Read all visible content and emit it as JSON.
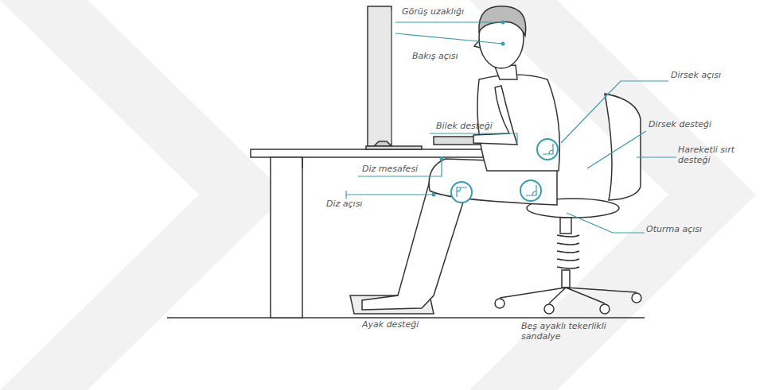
{
  "diagram": {
    "labels": [
      "Görüş uzaklığı",
      "Bakış açısı",
      "Bilek desteği",
      "Dirsek açısı",
      "Dirsek desteği",
      "Hareketli sırt desteği",
      "Diz mesafesi",
      "Diz açısı",
      "Oturma açısı",
      "Ayak desteği",
      "Beş ayaklı tekerlikli sandalye"
    ]
  }
}
